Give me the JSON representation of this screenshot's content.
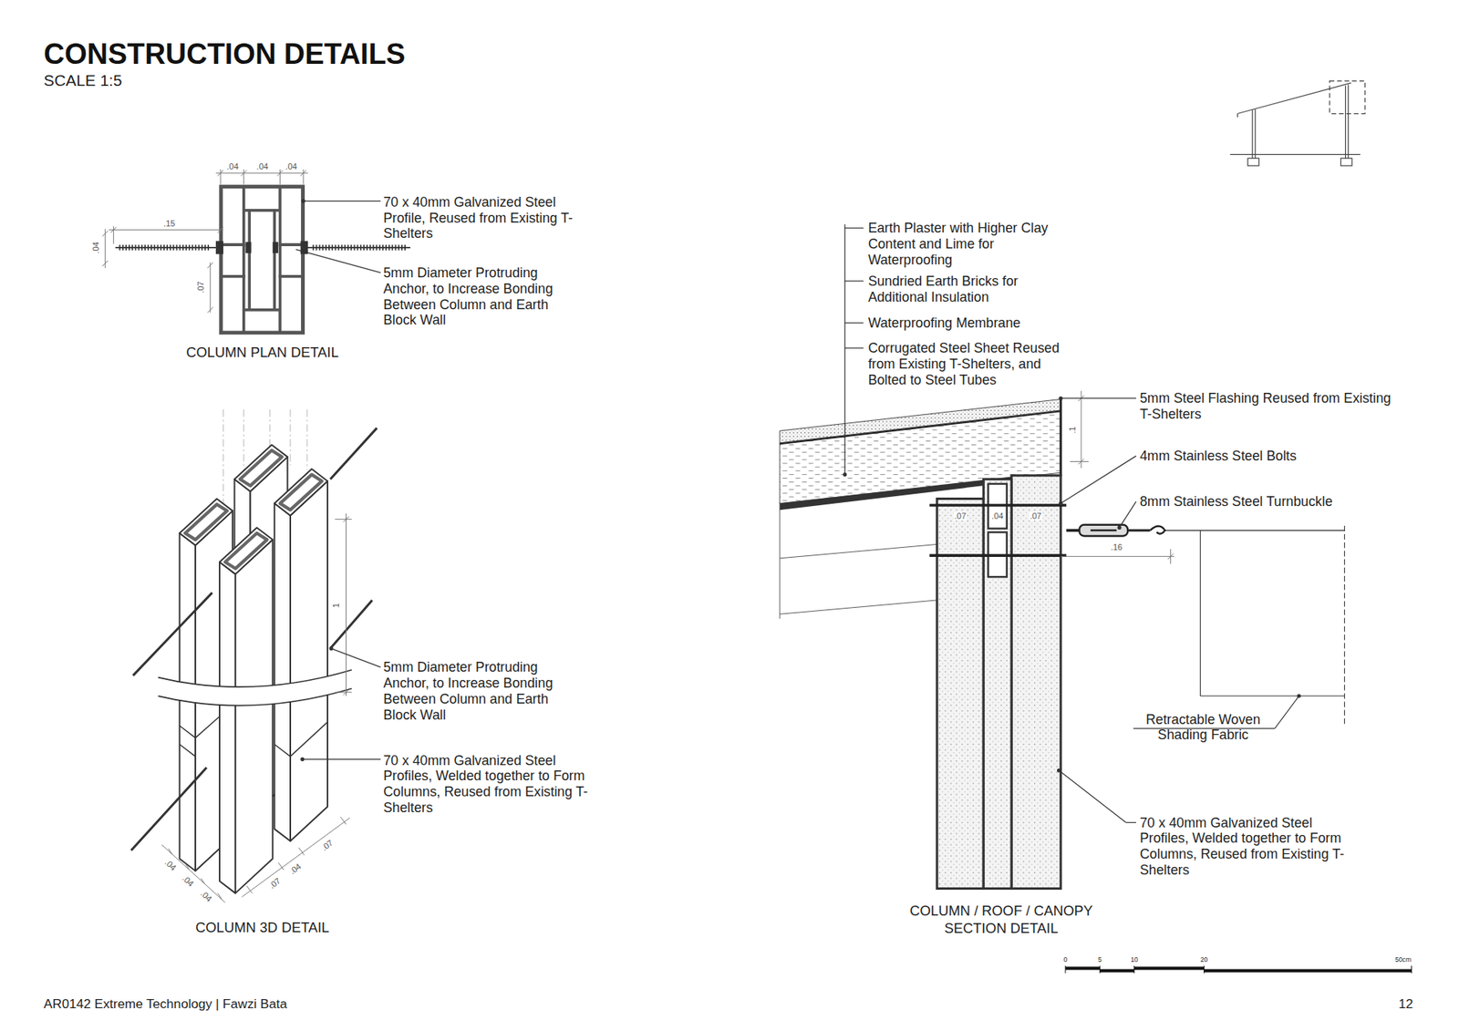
{
  "diagram": {
    "title": "CONSTRUCTION DETAILS",
    "labels": [
      "SCALE 1:5",
      ".04",
      ".04",
      ".04",
      ".15",
      ".04",
      ".07",
      "70 x 40mm Galvanized Steel Profile, Reused from Existing T-Shelters",
      "5mm Diameter Protruding Anchor, to Increase Bonding Between Column and Earth Block Wall",
      "COLUMN PLAN DETAIL",
      "1",
      "5mm Diameter Protruding Anchor, to Increase Bonding Between Column and Earth Block Wall",
      "70 x 40mm Galvanized Steel Profiles, Welded together to Form Columns, Reused from Existing T-Shelters",
      ".04",
      ".04",
      ".04",
      ".07",
      ".04",
      ".07",
      "COLUMN 3D DETAIL",
      "Earth Plaster with Higher Clay Content and Lime for Waterproofing",
      "Sundried Earth Bricks for Additional Insulation",
      "Waterproofing Membrane",
      "Corrugated Steel Sheet Reused from Existing T-Shelters, and Bolted to Steel Tubes",
      "5mm Steel Flashing Reused from Existing T-Shelters",
      ".1",
      "4mm Stainless Steel Bolts",
      "8mm Stainless Steel Turnbuckle",
      ".07",
      ".04",
      ".07",
      ".16",
      "Retractable Woven Shading Fabric",
      "70 x 40mm Galvanized Steel Profiles, Welded together to Form Columns, Reused from Existing T-Shelters",
      "COLUMN / ROOF / CANOPY SECTION DETAIL",
      "0",
      "5",
      "10",
      "20",
      "50cm",
      "AR0142 Extreme Technology | Fawzi Bata",
      "12"
    ]
  }
}
